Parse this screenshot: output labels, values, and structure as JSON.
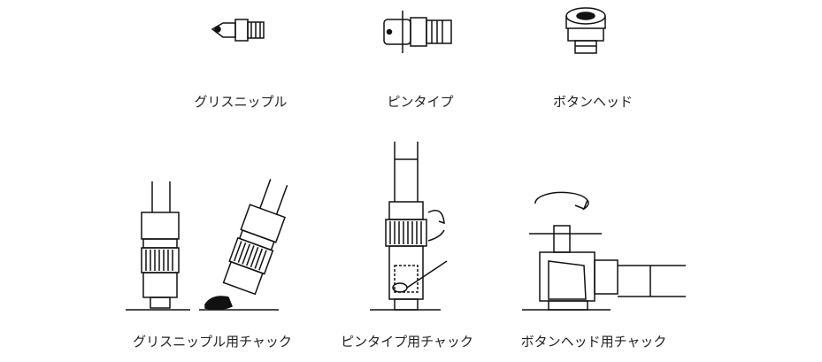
{
  "fittings": [
    {
      "label": "グリスニップル",
      "icon": "grease-nipple-icon"
    },
    {
      "label": "ピンタイプ",
      "icon": "pin-type-icon"
    },
    {
      "label": "ボタンヘッド",
      "icon": "button-head-icon"
    }
  ],
  "chucks": [
    {
      "label": "グリスニップル用チャック",
      "icon": "grease-nipple-chuck-icon"
    },
    {
      "label": "ピンタイプ用チャック",
      "icon": "pin-type-chuck-icon"
    },
    {
      "label": "ボタンヘッド用チャック",
      "icon": "button-head-chuck-icon"
    }
  ]
}
